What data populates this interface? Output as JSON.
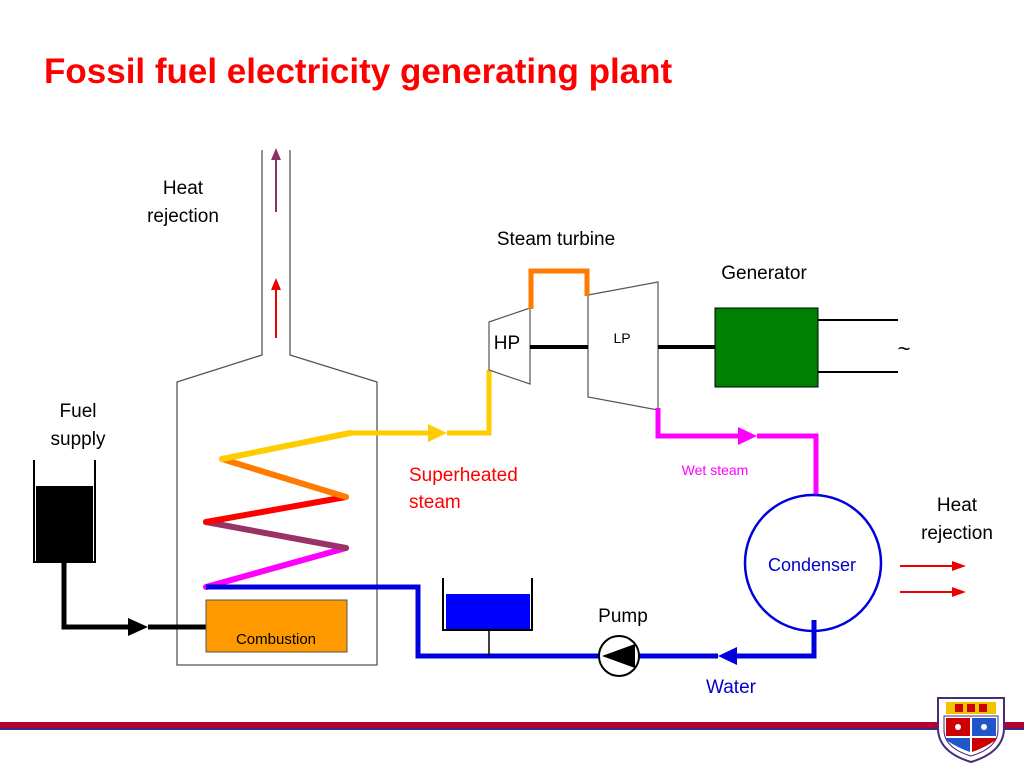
{
  "title": "Fossil fuel electricity generating plant",
  "labels": {
    "heat_rejection_chimney": [
      "Heat",
      "rejection"
    ],
    "steam_turbine": "Steam turbine",
    "generator": "Generator",
    "hp": "HP",
    "lp": "LP",
    "ac_symbol": "~",
    "fuel_supply": [
      "Fuel",
      "supply"
    ],
    "superheated_steam": [
      "Superheated",
      "steam"
    ],
    "wet_steam": "Wet steam",
    "heat_rejection_condenser": [
      "Heat",
      "rejection"
    ],
    "condenser": "Condenser",
    "pump": "Pump",
    "combustion": "Combustion",
    "water": "Water"
  },
  "colors": {
    "title": "#ff0000",
    "superheated_steam_label": "#ff0000",
    "wet_steam": "#ff00ff",
    "water": "#0000dd",
    "condenser_label": "#0000cc",
    "boiler_steam_pipe": "#ffcc00",
    "turbine_crossover": "#ff7a00",
    "generator": "#008000",
    "combustion": "#ff9900",
    "feed_tank": "#0000ff",
    "fuel_tank": "#000000",
    "heat_arrow": "#ee0000",
    "flue_arrow_top": "#883366",
    "footer_line": "#b30030"
  },
  "logo": "university-crest"
}
